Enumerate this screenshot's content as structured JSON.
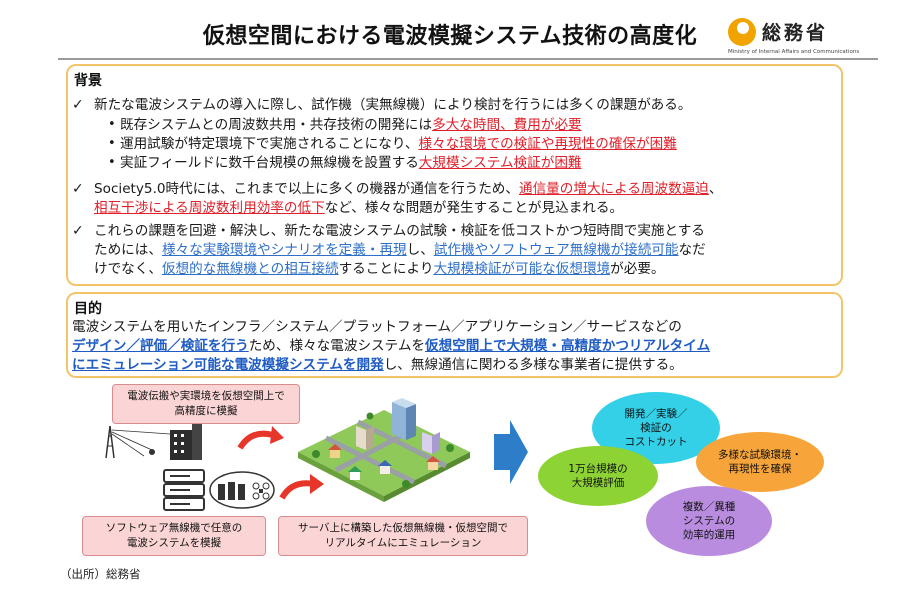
{
  "header": {
    "title": "仮想空間における電波模擬システム技術の高度化",
    "org_name": "総務省",
    "org_english": "Ministry of Internal Affairs and Communications"
  },
  "background": {
    "heading": "背景",
    "item1": {
      "text": "新たな電波システムの導入に際し、試作機（実無線機）により検討を行うには多くの課題がある。",
      "sub1_plain": "既存システムとの周波数共用・共存技術の開発には",
      "sub1_red": "多大な時間、費用が必要",
      "sub2_plain": "運用試験が特定環境下で実施されることになり、",
      "sub2_red": "様々な環境での検証や再現性の確保が困難",
      "sub3_plain": "実証フィールドに数千台規模の無線機を設置する",
      "sub3_red": "大規模システム検証が困難"
    },
    "item2": {
      "l1_plain": "Society5.0時代には、これまで以上に多くの機器が通信を行うため、",
      "l1_red": "通信量の増大による周波数逼迫",
      "l1_end": "、",
      "l2_red": "相互干渉による周波数利用効率の低下",
      "l2_plain": "など、様々な問題が発生することが見込まれる。"
    },
    "item3": {
      "l1": "これらの課題を回避・解決し、新たな電波システムの試験・検証を低コストかつ短時間で実施とする",
      "l2_a": "ためには、",
      "l2_blue1": "様々な実験環境やシナリオを定義・再現",
      "l2_b": "し、",
      "l2_blue2": "試作機やソフトウェア無線機が接続可能",
      "l2_c": "なだ",
      "l3_a": "けでなく、",
      "l3_blue1": "仮想的な無線機との相互接続",
      "l3_b": "することにより",
      "l3_blue2": "大規模検証が可能な仮想環境",
      "l3_c": "が必要。"
    }
  },
  "purpose": {
    "heading": "目的",
    "l1": "電波システムを用いたインフラ／システム／プラットフォーム／アプリケーション／サービスなどの",
    "l2_blue1": "デザイン／評価／検証を行う",
    "l2_a": "ため、様々な電波システムを",
    "l2_blue2": "仮想空間上で大規模・高精度かつリアルタイム",
    "l3_blue": "にエミュレーション可能な電波模擬システムを開発",
    "l3_a": "し、無線通信に関わる多様な事業者に提供する。"
  },
  "diagram": {
    "callout_top": [
      "電波伝搬や実環境を仮想空間上で",
      "高精度に模擬"
    ],
    "callout_left": [
      "ソフトウェア無線機で任意の",
      "電波システムを模擬"
    ],
    "callout_mid": [
      "サーバ上に構築した仮想無線機・仮想空間で",
      "リアルタイムにエミュレーション"
    ],
    "oval1": [
      "開発／実験／",
      "検証の",
      "コストカット"
    ],
    "oval2": [
      "多様な試験環境・",
      "再現性を確保"
    ],
    "oval3": [
      "1万台規模の",
      "大規模評価"
    ],
    "oval4": [
      "複数／異種",
      "システムの",
      "効率的運用"
    ],
    "colors": {
      "cyan": "#33d0e8",
      "orange": "#f7a53a",
      "green": "#8ed334",
      "purple": "#b98ce0",
      "callout": "#fbd5d5"
    }
  },
  "footer": {
    "source": "（出所）総務省"
  }
}
